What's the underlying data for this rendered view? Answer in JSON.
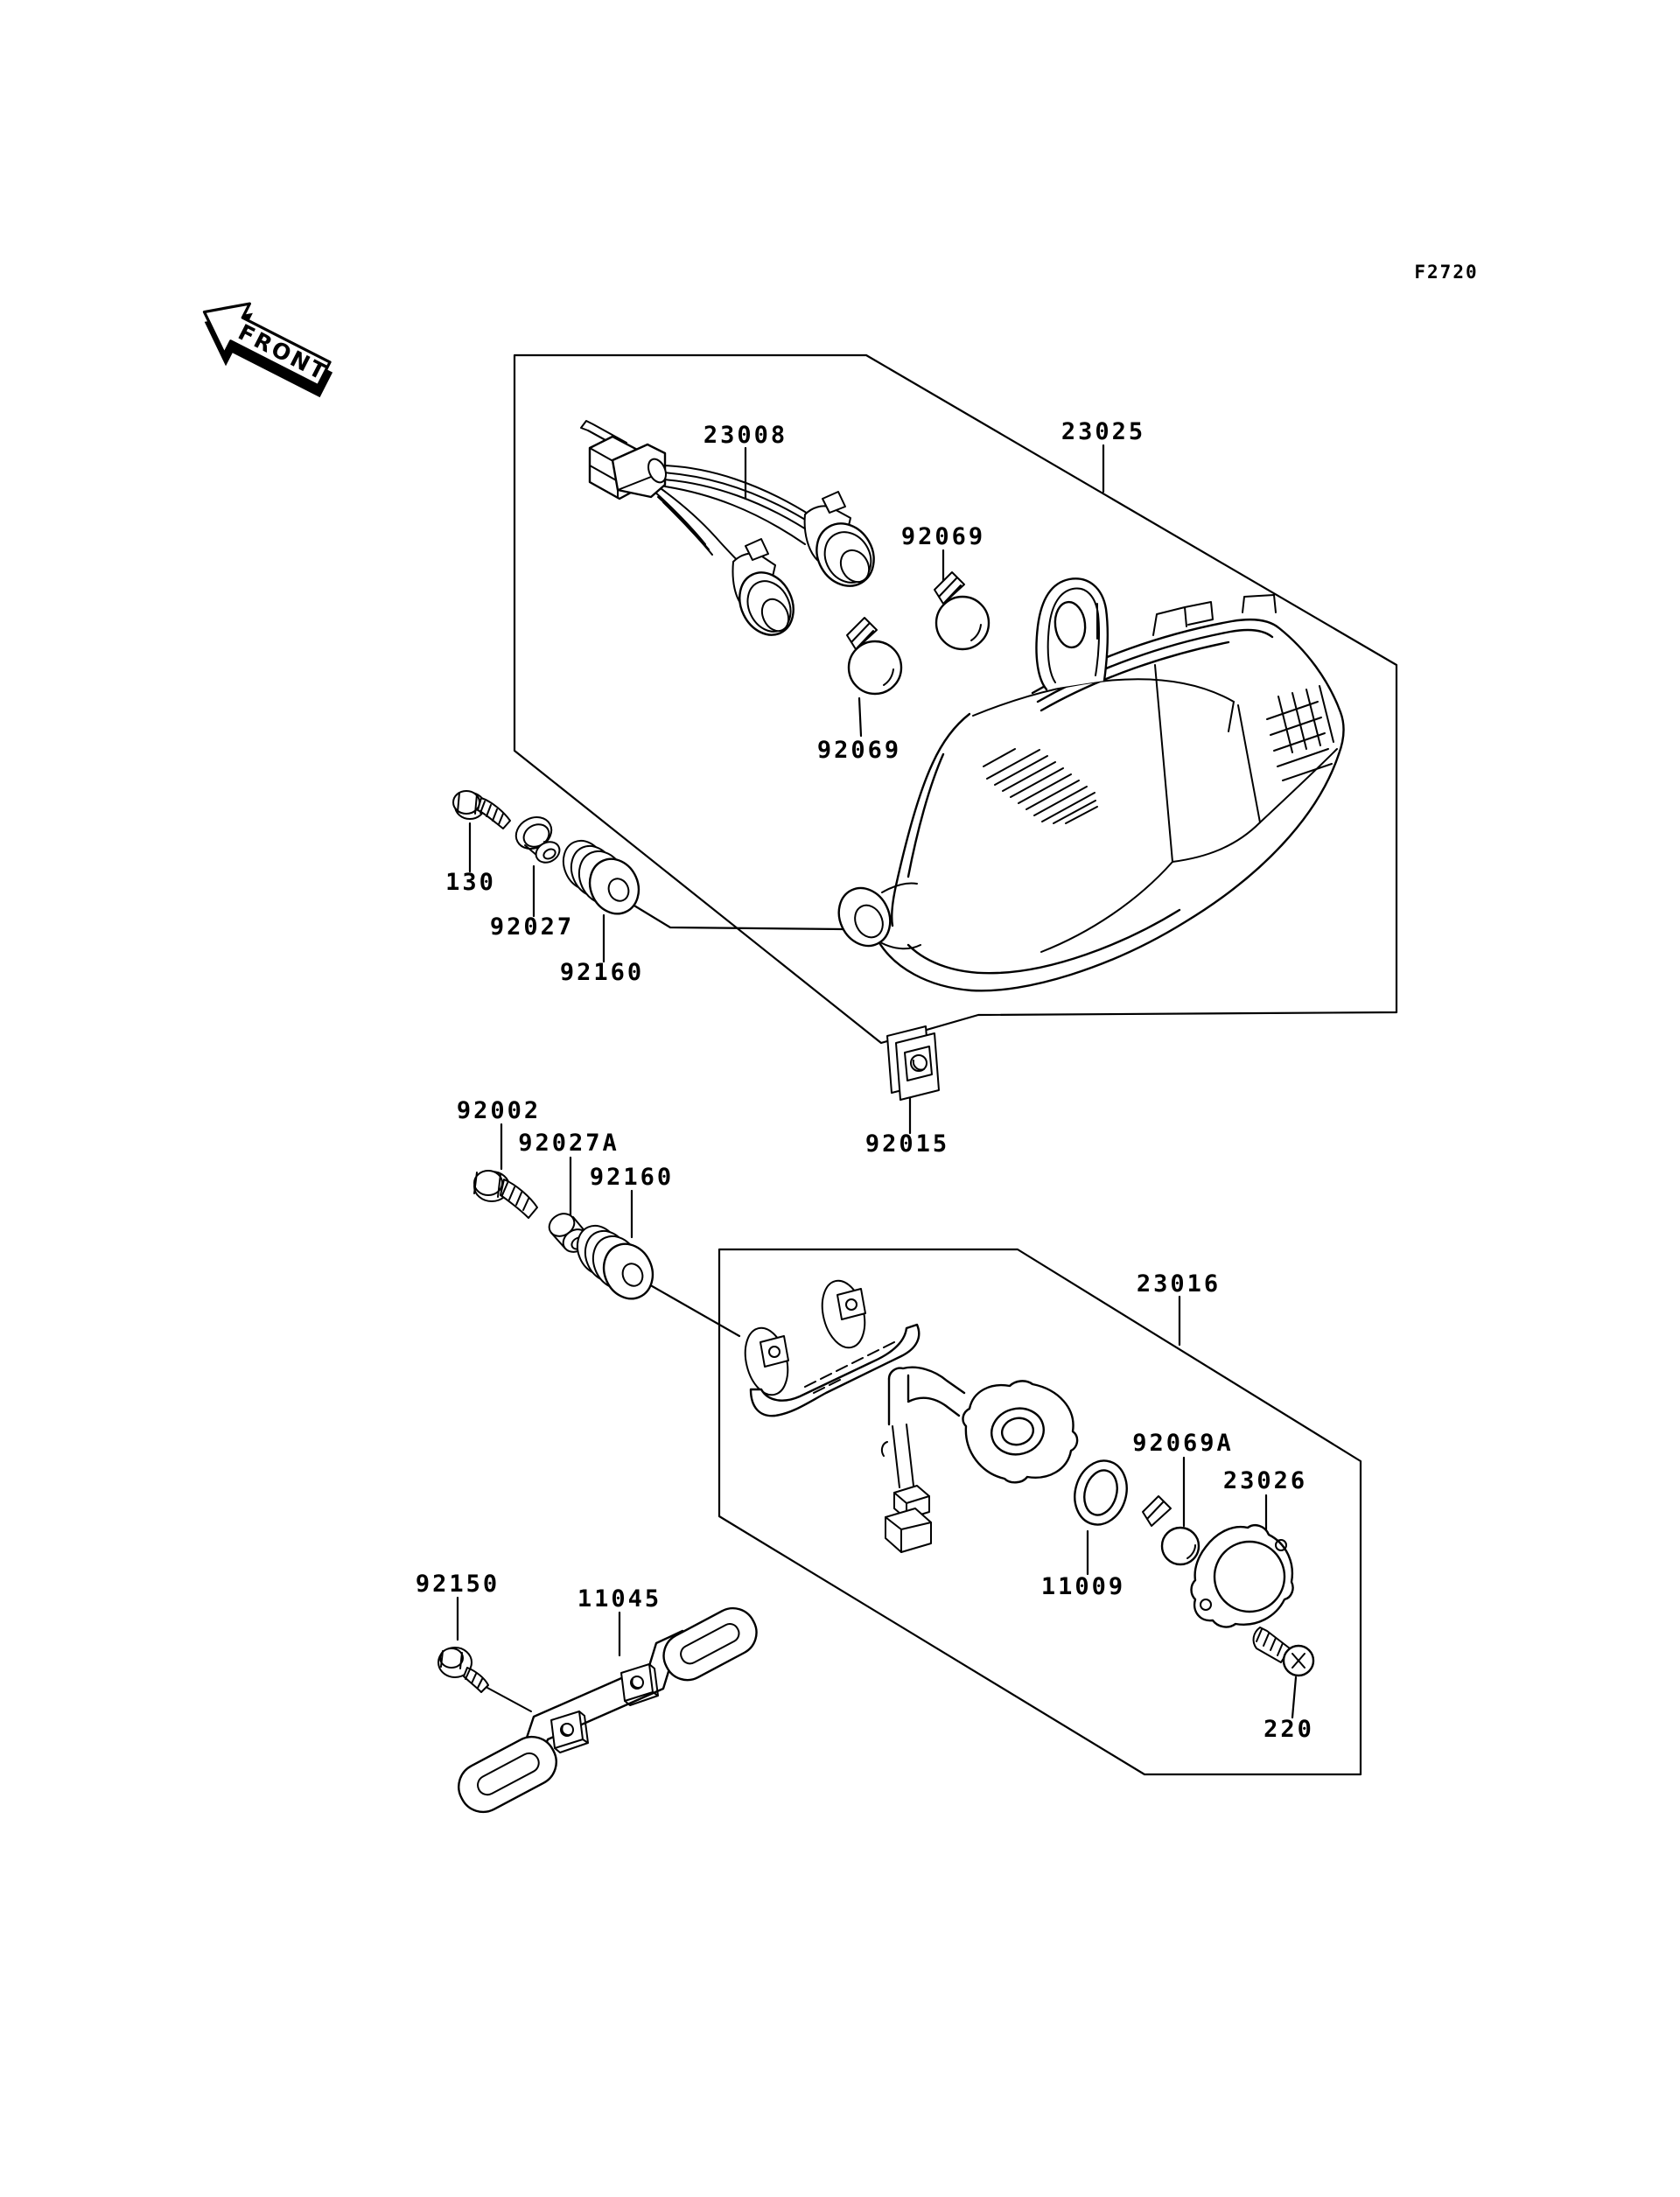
{
  "figure_code": "F2720",
  "front_arrow": {
    "label": "FRONT"
  },
  "colors": {
    "line": "#000000",
    "background": "#ffffff"
  },
  "parts": [
    {
      "number": "23008"
    },
    {
      "number": "23025"
    },
    {
      "number": "92069"
    },
    {
      "number": "92069"
    },
    {
      "number": "130"
    },
    {
      "number": "92027"
    },
    {
      "number": "92160"
    },
    {
      "number": "92015"
    },
    {
      "number": "92002"
    },
    {
      "number": "92027A"
    },
    {
      "number": "92160"
    },
    {
      "number": "23016"
    },
    {
      "number": "92069A"
    },
    {
      "number": "23026"
    },
    {
      "number": "11009"
    },
    {
      "number": "92150"
    },
    {
      "number": "11045"
    },
    {
      "number": "220"
    }
  ]
}
